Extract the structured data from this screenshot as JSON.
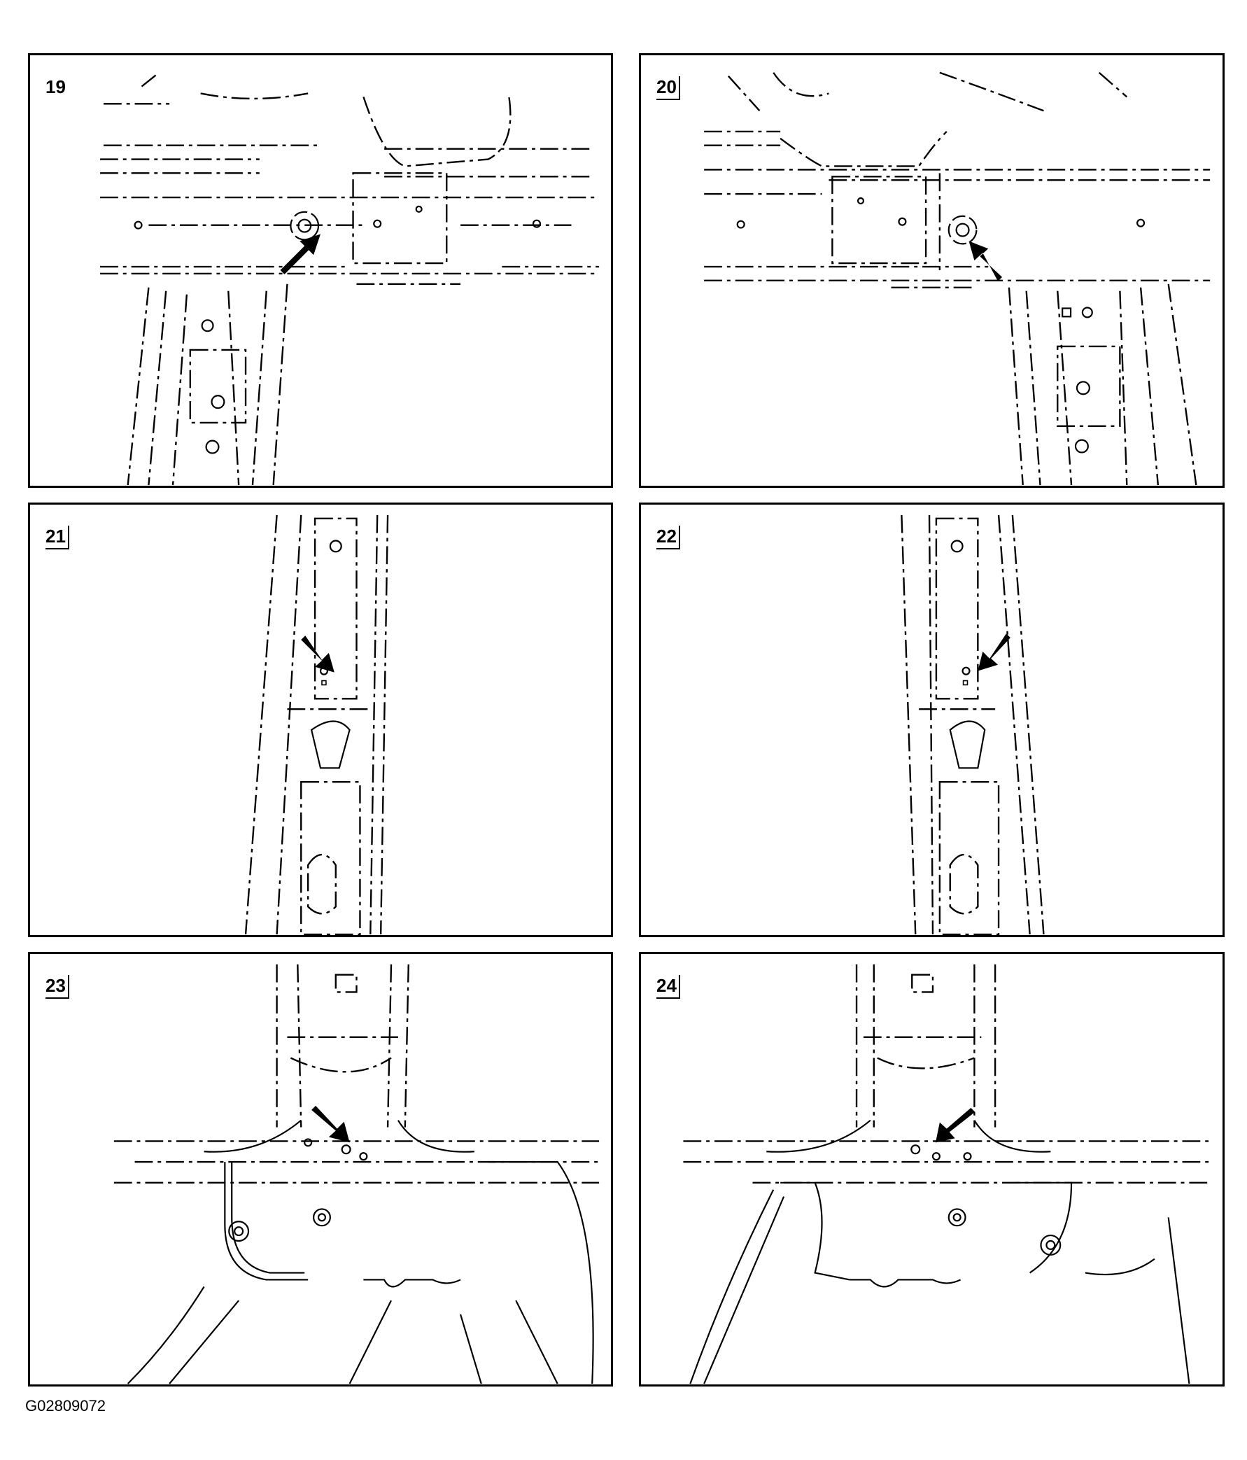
{
  "panels": [
    {
      "id": "19",
      "label": "19"
    },
    {
      "id": "20",
      "label": "20"
    },
    {
      "id": "21",
      "label": "21"
    },
    {
      "id": "22",
      "label": "22"
    },
    {
      "id": "23",
      "label": "23"
    },
    {
      "id": "24",
      "label": "24"
    }
  ],
  "figure_code": "G02809072"
}
